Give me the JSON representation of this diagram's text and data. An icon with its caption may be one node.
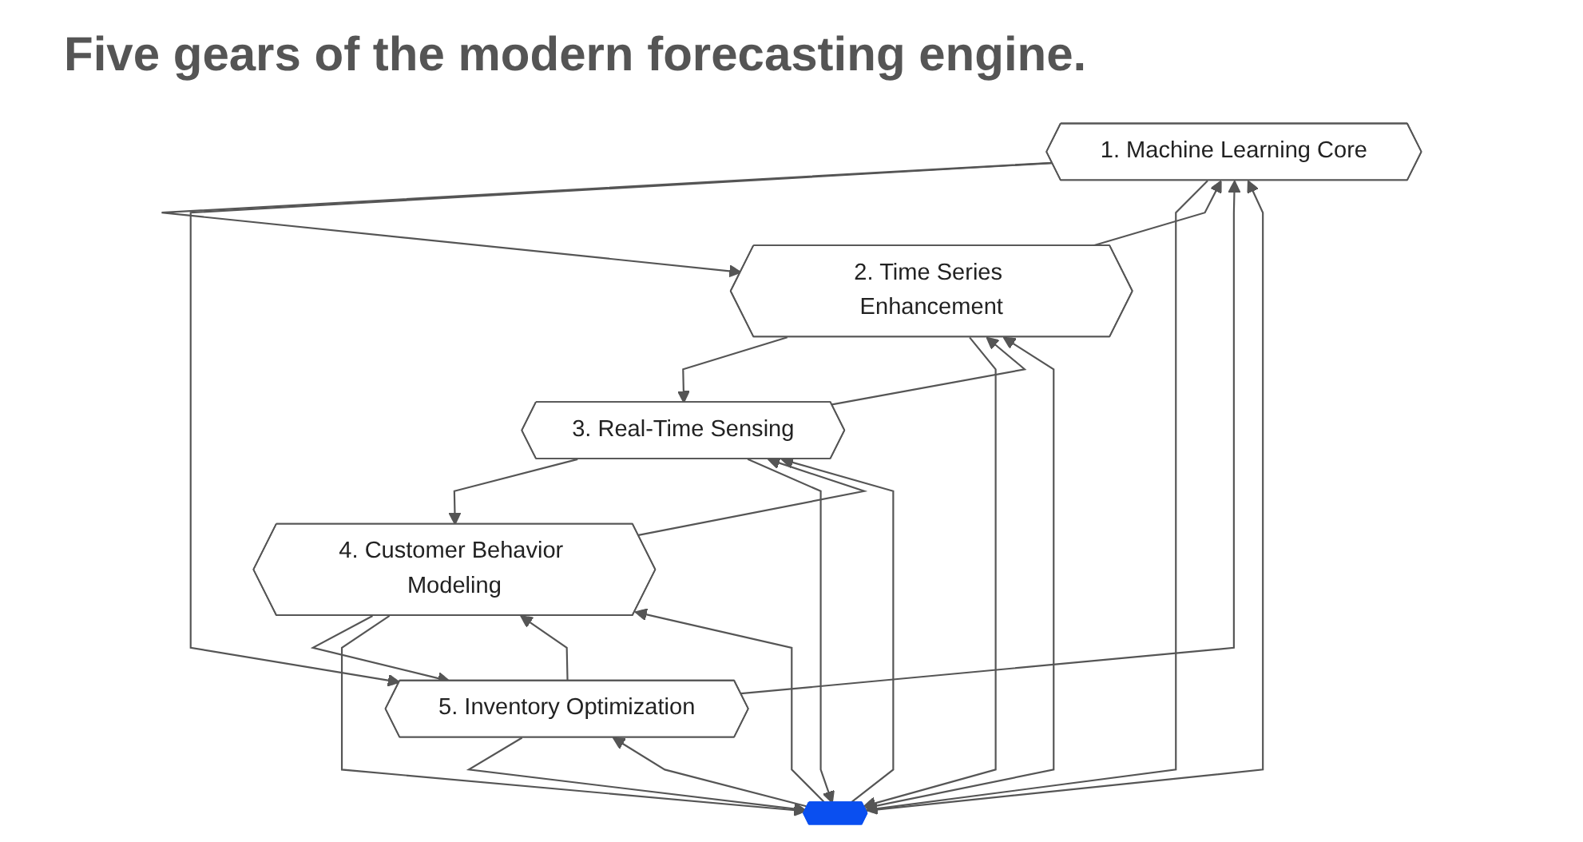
{
  "diagram": {
    "title": "Five gears of the modern forecasting engine.",
    "nodes": [
      {
        "text": [
          "1. Machine Learning Core"
        ]
      },
      {
        "text": [
          "2. Time Series Enhancement"
        ]
      },
      {
        "text": [
          "3. Real-Time Sensing"
        ]
      },
      {
        "text": [
          "4. Customer Behavior Modeling"
        ]
      },
      {
        "text": [
          "5. Inventory Optimization"
        ]
      },
      {
        "text": [],
        "shape": "hexagon"
      }
    ],
    "edges": [
      {
        "from": 0,
        "to": 1,
        "arrow": "to"
      },
      {
        "from": 1,
        "to": 0,
        "arrow": "to"
      },
      {
        "from": 1,
        "to": 2,
        "arrow": "to"
      },
      {
        "from": 2,
        "to": 1,
        "arrow": "to"
      },
      {
        "from": 3,
        "to": 2,
        "arrow": "to"
      },
      {
        "from": 2,
        "to": 3,
        "arrow": "to"
      },
      {
        "from": 4,
        "to": 3,
        "arrow": "to"
      },
      {
        "from": 3,
        "to": 4,
        "arrow": "to"
      },
      {
        "from": 0,
        "to": 4,
        "arrow": "to"
      },
      {
        "from": 4,
        "to": 0,
        "arrow": "to"
      },
      {
        "from": 0,
        "to": 5,
        "arrow": "to"
      },
      {
        "from": 5,
        "to": 0,
        "arrow": "to"
      },
      {
        "from": 5,
        "to": 1,
        "arrow": "to"
      },
      {
        "from": 1,
        "to": 5,
        "arrow": "to"
      },
      {
        "from": 5,
        "to": 2,
        "arrow": "to"
      },
      {
        "from": 2,
        "to": 5,
        "arrow": "to"
      },
      {
        "from": 5,
        "to": 3,
        "arrow": "to"
      },
      {
        "from": 3,
        "to": 5,
        "arrow": "to"
      },
      {
        "from": 4,
        "to": 5,
        "arrow": "to"
      },
      {
        "from": 5,
        "to": 4,
        "arrow": "to"
      }
    ]
  }
}
